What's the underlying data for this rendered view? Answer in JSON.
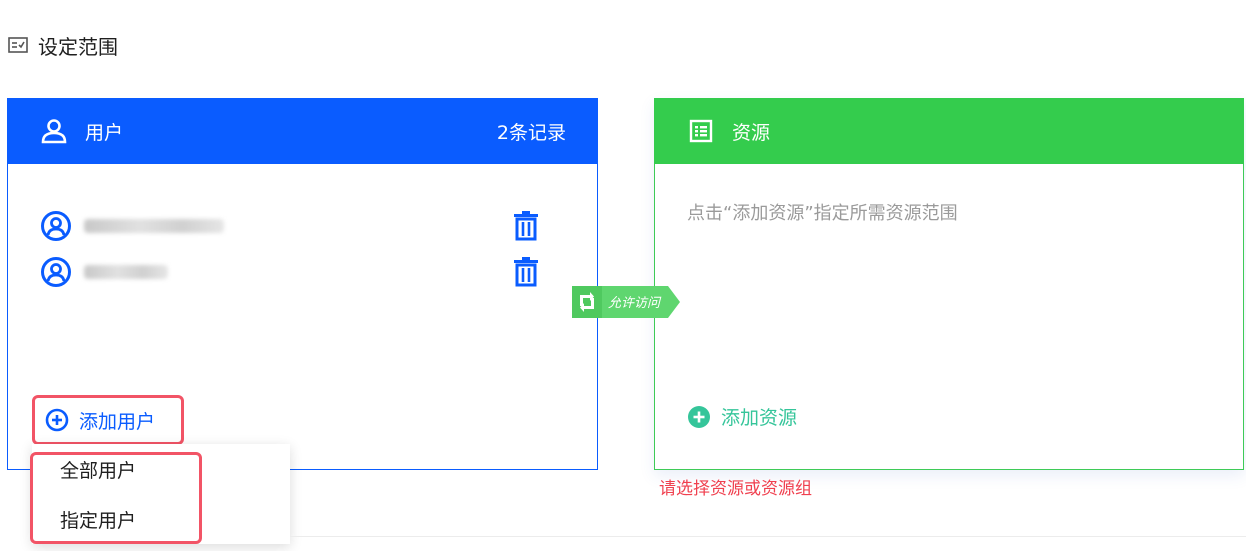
{
  "section": {
    "title": "设定范围",
    "icon": "checklist-icon"
  },
  "users_panel": {
    "title": "用户",
    "count_text": "2条记录",
    "header_color": "#0a5cff",
    "users": [
      {
        "name_blurred": true,
        "icon": "user-circle-icon"
      },
      {
        "name_blurred": true,
        "icon": "user-circle-icon"
      }
    ],
    "add_label": "添加用户"
  },
  "connector": {
    "label": "允许访问",
    "color": "#5fd66f"
  },
  "resources_panel": {
    "title": "资源",
    "header_color": "#34cc4d",
    "hint": "点击“添加资源”指定所需资源范围",
    "add_label": "添加资源"
  },
  "validation": {
    "error": "请选择资源或资源组",
    "color": "#f0404f"
  },
  "dropdown": {
    "items": [
      {
        "label": "全部用户"
      },
      {
        "label": "指定用户"
      }
    ]
  }
}
